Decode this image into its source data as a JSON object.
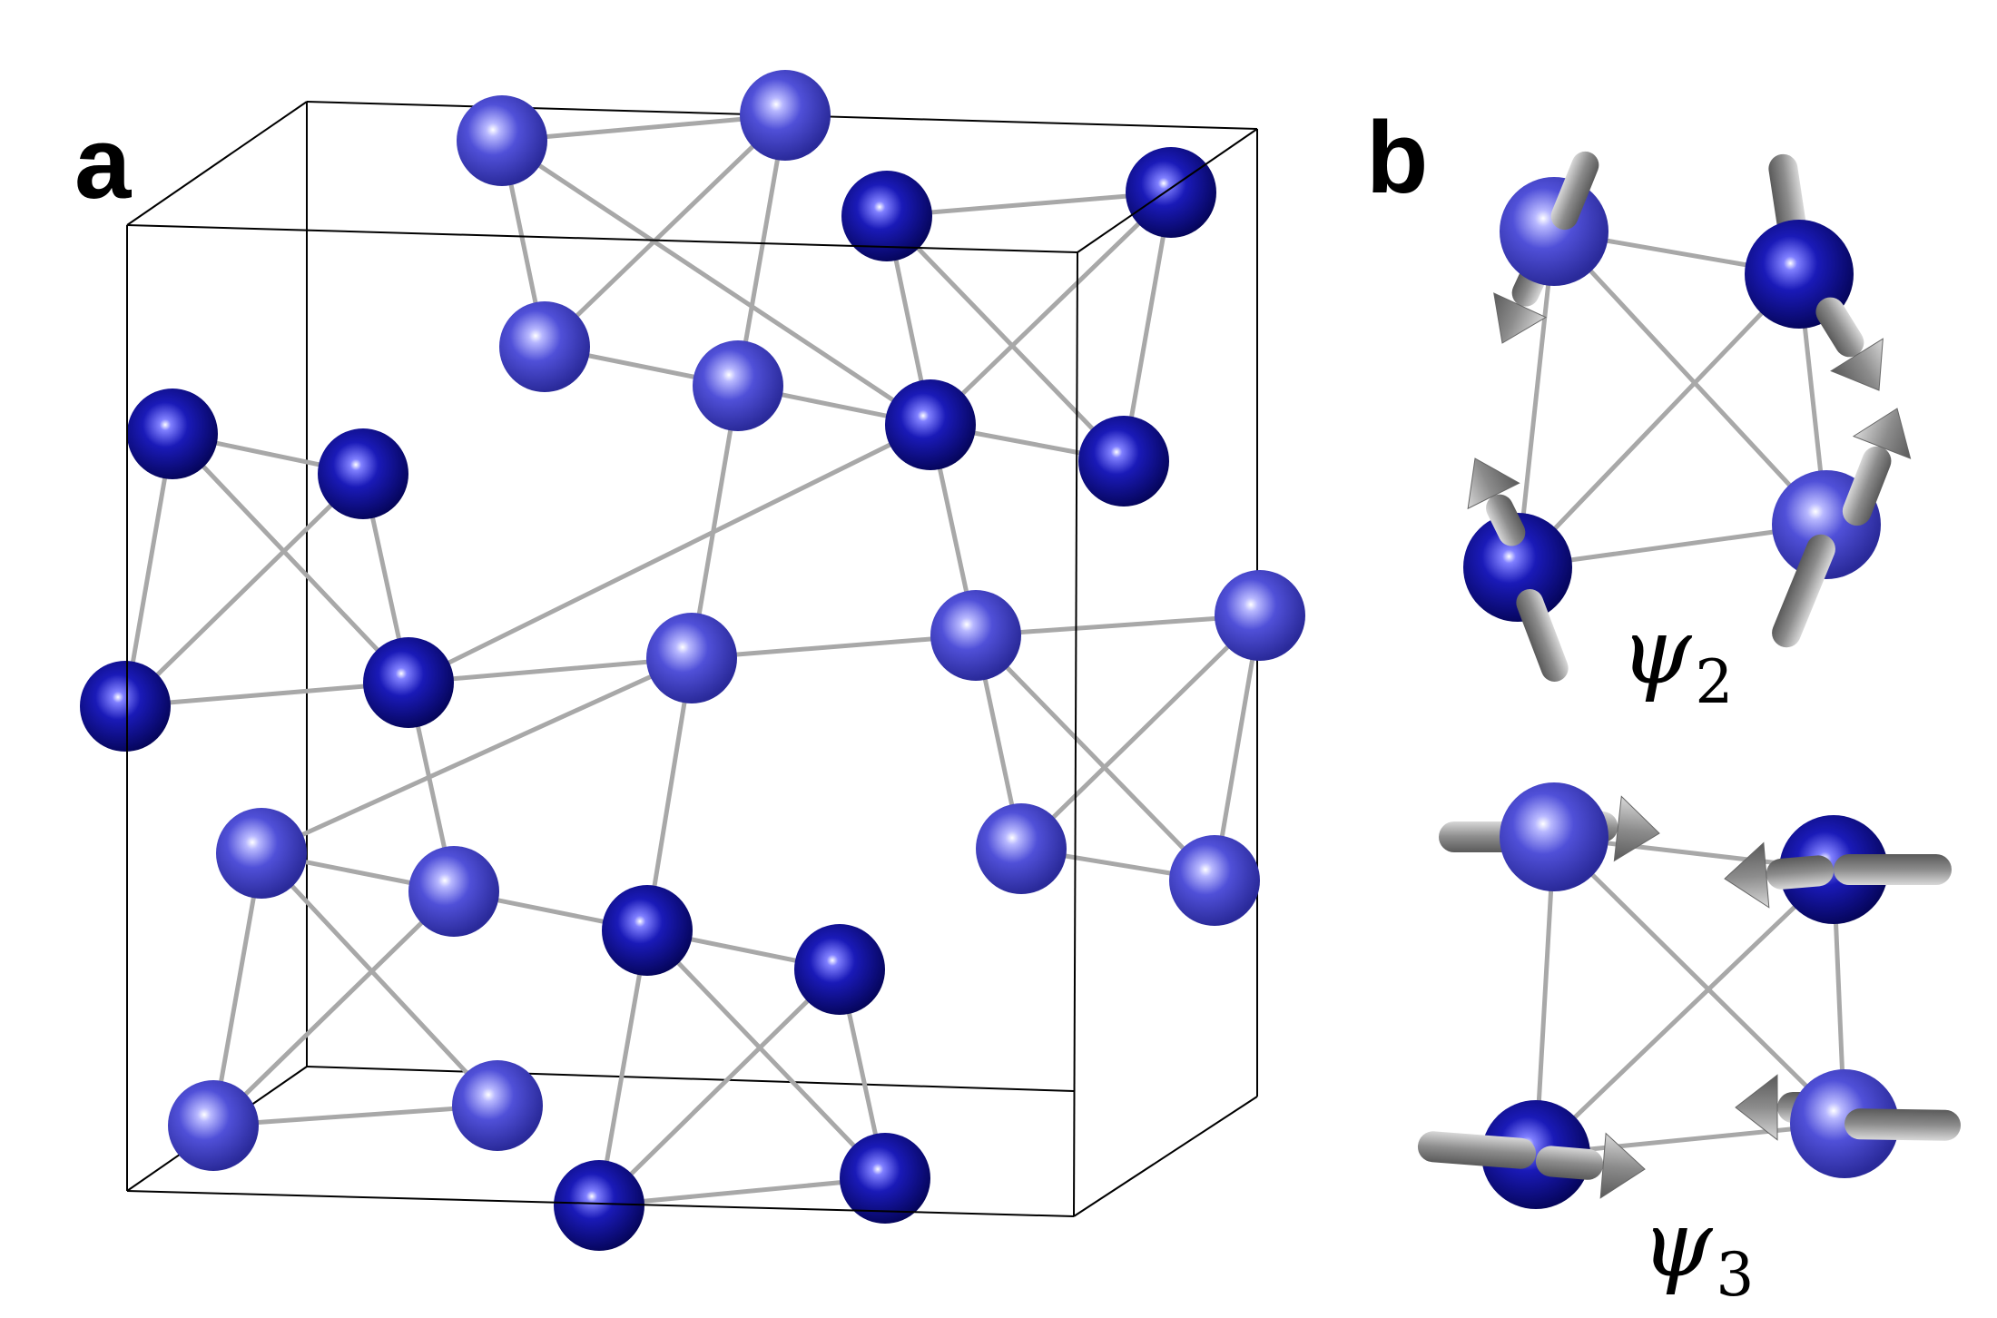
{
  "panels": {
    "a": {
      "label": "a"
    },
    "b": {
      "label": "b",
      "states": [
        {
          "symbol": "ψ",
          "subscript": "2"
        },
        {
          "symbol": "ψ",
          "subscript": "3"
        }
      ]
    }
  },
  "colors": {
    "atom_light": "#4040cc",
    "atom_dark": "#0a0a8c",
    "bond": "#a8a8a8",
    "cell_edge": "#000000",
    "spin_arrow": "#8a8a8a"
  },
  "icons": [
    "sphere-atom-icon",
    "bond-rod-icon",
    "spin-arrow-icon"
  ]
}
